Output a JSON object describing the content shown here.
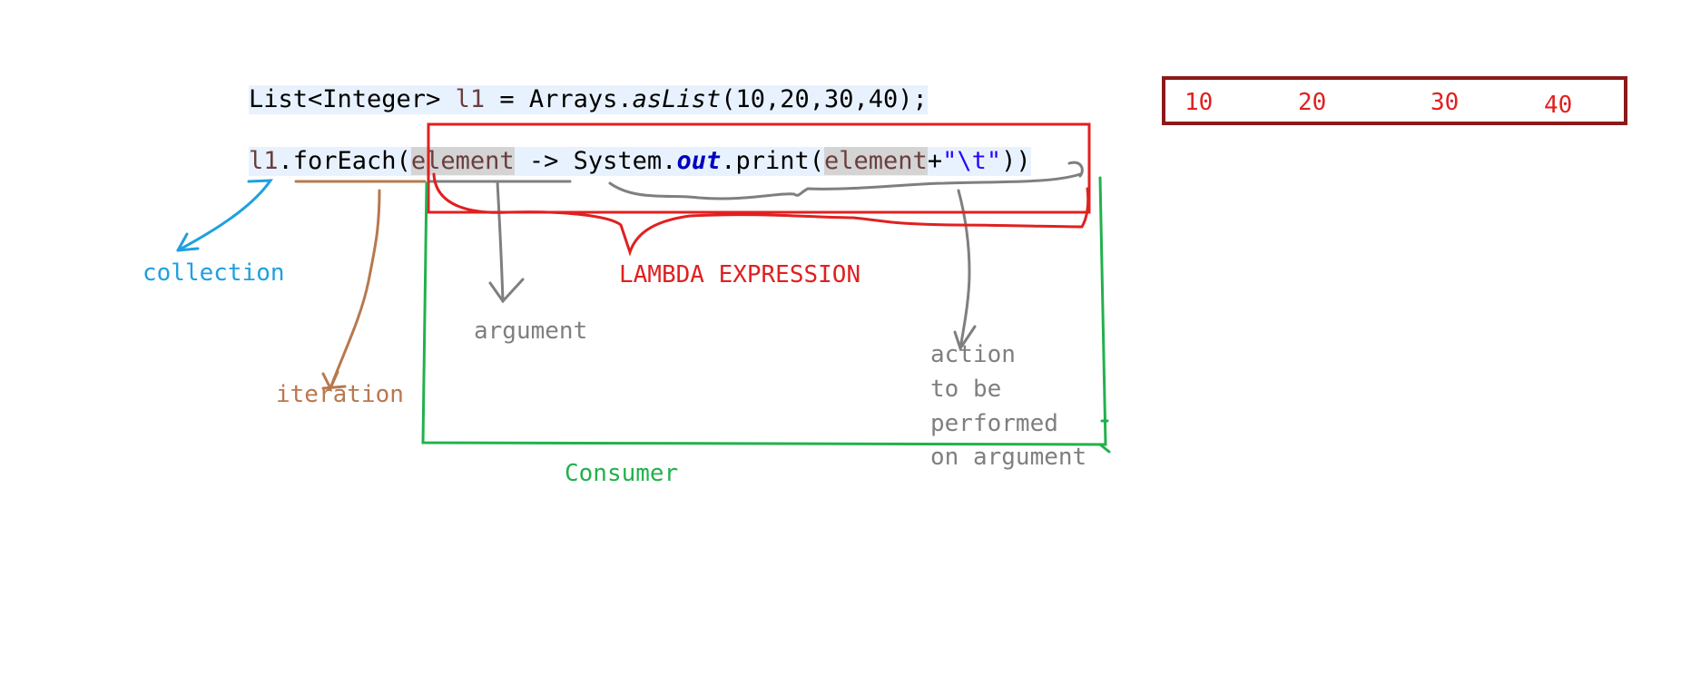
{
  "code": {
    "line1": {
      "type_decl": "List<Integer> ",
      "var": "l1",
      "assign": " = Arrays.",
      "method": "asList",
      "args": "(10,20,30,40);"
    },
    "line2": {
      "var": "l1",
      "call": ".forEach(",
      "param": "element",
      "arrow": " -> System.",
      "field": "out",
      "print": ".print(",
      "param2": "element",
      "plus": "+",
      "string": "\"\\t\"",
      "close": "))"
    }
  },
  "labels": {
    "collection": "collection",
    "iteration": "iteration",
    "argument": "argument",
    "lambda": "LAMBDA EXPRESSION",
    "action_line1": "action",
    "action_line2": "to be",
    "action_line3": "performed",
    "action_line4": "on argument",
    "consumer": "Consumer"
  },
  "output": {
    "values": [
      "10",
      "20",
      "30",
      "40"
    ]
  },
  "colors": {
    "collection": "#1ea0e0",
    "iteration": "#b8784e",
    "annotation_gray": "#7f7f7f",
    "lambda_red": "#e02020",
    "consumer_green": "#22b14c",
    "output_border": "#8b1a1a"
  }
}
